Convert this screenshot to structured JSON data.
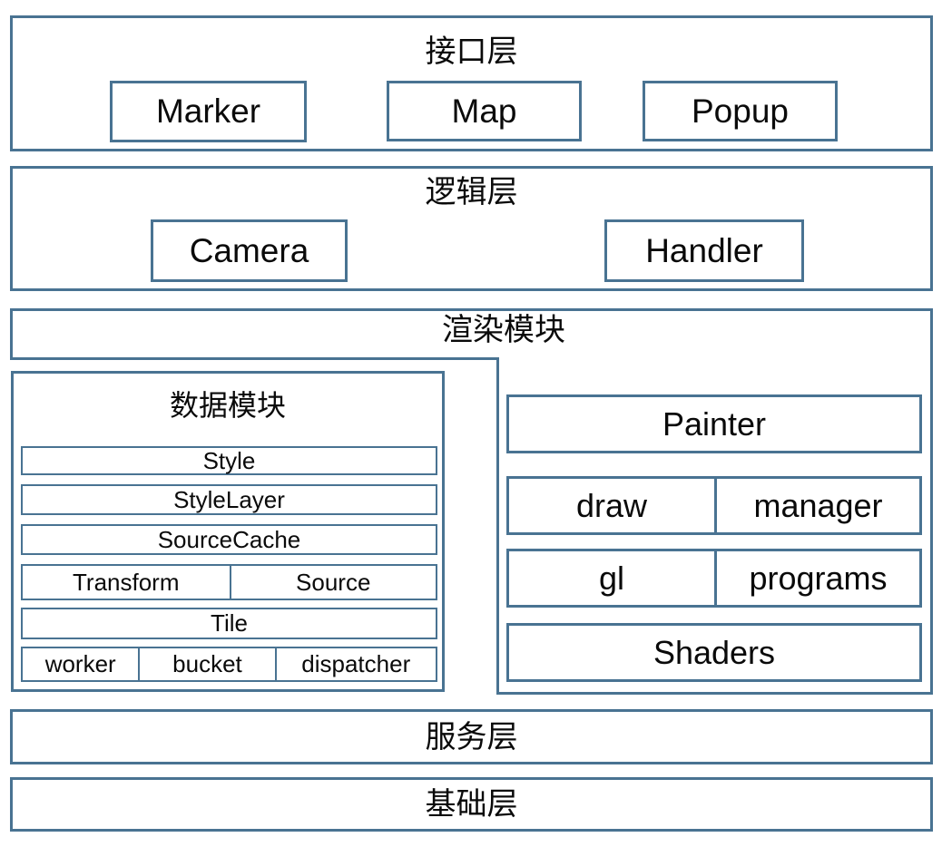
{
  "colors": {
    "border": "#497392",
    "text": "#0a0a0a",
    "background": "#ffffff"
  },
  "diagram": {
    "interface_layer": {
      "title": "接口层",
      "items": {
        "marker": "Marker",
        "map": "Map",
        "popup": "Popup"
      }
    },
    "logic_layer": {
      "title": "逻辑层",
      "items": {
        "camera": "Camera",
        "handler": "Handler"
      }
    },
    "render_module": {
      "title": "渲染模块",
      "data_module": {
        "title": "数据模块",
        "rows": {
          "style": "Style",
          "style_layer": "StyleLayer",
          "source_cache": "SourceCache",
          "transform": "Transform",
          "source": "Source",
          "tile": "Tile",
          "worker": "worker",
          "bucket": "bucket",
          "dispatcher": "dispatcher"
        }
      },
      "paint_module": {
        "painter": "Painter",
        "draw": "draw",
        "manager": "manager",
        "gl": "gl",
        "programs": "programs",
        "shaders": "Shaders"
      }
    },
    "service_layer": {
      "title": "服务层"
    },
    "base_layer": {
      "title": "基础层"
    }
  }
}
